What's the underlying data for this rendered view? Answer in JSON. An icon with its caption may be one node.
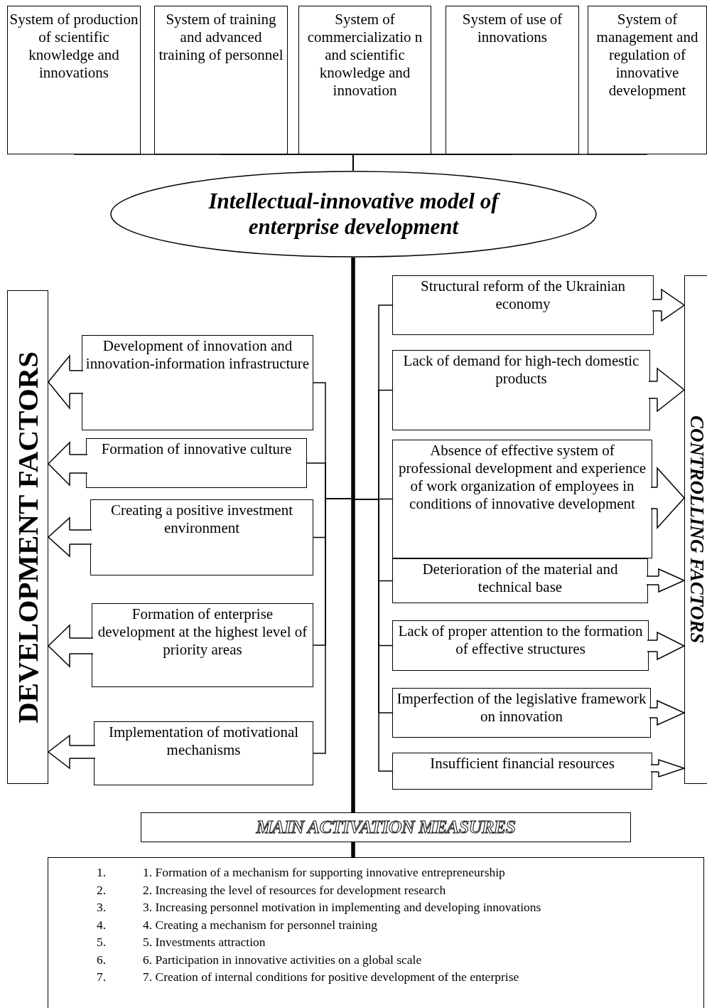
{
  "diagram": {
    "nodes": [
      {
        "text": [
          "System of production of scientific knowledge and innovations"
        ]
      },
      {
        "text": [
          "System of training and advanced training of personnel"
        ]
      },
      {
        "text": [
          "System of commercializatio n and scientific knowledge and innovation"
        ]
      },
      {
        "text": [
          "System of use of innovations"
        ]
      },
      {
        "text": [
          "System of management and regulation of innovative development"
        ]
      },
      {
        "text": [
          "Intellectual-innovative model of enterprise development"
        ]
      },
      {
        "text": [
          "DEVELOPMENT FACTORS"
        ]
      },
      {
        "text": [
          "Development of innovation and innovation-information infrastructure"
        ]
      },
      {
        "text": [
          "Formation of innovative culture"
        ]
      },
      {
        "text": [
          "Creating a positive investment environment"
        ]
      },
      {
        "text": [
          "Formation of enterprise development at the highest level of priority areas"
        ]
      },
      {
        "text": [
          "Implementation of motivational mechanisms"
        ]
      },
      {
        "text": [
          "CONTROLLING FACTORS"
        ]
      },
      {
        "text": [
          "Structural reform of the Ukrainian economy"
        ]
      },
      {
        "text": [
          "Lack of demand for high-tech domestic products"
        ]
      },
      {
        "text": [
          "Absence of effective system of professional development and experience of work organization of employees in conditions of innovative development"
        ]
      },
      {
        "text": [
          "Deterioration of the material and technical base"
        ]
      },
      {
        "text": [
          "Lack of proper attention to the formation of effective structures"
        ]
      },
      {
        "text": [
          "Imperfection of the legislative framework on innovation"
        ]
      },
      {
        "text": [
          "Insufficient financial resources"
        ]
      },
      {
        "text": [
          "MAIN ACTIVATION MEASURES"
        ]
      },
      {
        "text": [
          "1.",
          "1. Formation of a mechanism for supporting innovative entrepreneurship",
          "2.",
          "2. Increasing the level of resources for development research",
          "3.",
          "3. Increasing personnel motivation in implementing and developing innovations",
          "4.",
          "4. Creating a mechanism for personnel training",
          "5.",
          "5. Investments attraction",
          "6.",
          "6. Participation in innovative activities on a global scale",
          "7.",
          "7. Creation of internal conditions for positive development of the enterprise"
        ]
      }
    ],
    "edges": [
      {
        "from": 0,
        "to": 5,
        "arrow": "none"
      },
      {
        "from": 1,
        "to": 5,
        "arrow": "none"
      },
      {
        "from": 2,
        "to": 5,
        "arrow": "none"
      },
      {
        "from": 3,
        "to": 5,
        "arrow": "none"
      },
      {
        "from": 4,
        "to": 5,
        "arrow": "none"
      },
      {
        "from": 5,
        "to": 7,
        "arrow": "none"
      },
      {
        "from": 5,
        "to": 8,
        "arrow": "none"
      },
      {
        "from": 5,
        "to": 9,
        "arrow": "none"
      },
      {
        "from": 5,
        "to": 10,
        "arrow": "none"
      },
      {
        "from": 5,
        "to": 11,
        "arrow": "none"
      },
      {
        "from": 5,
        "to": 13,
        "arrow": "none"
      },
      {
        "from": 5,
        "to": 14,
        "arrow": "none"
      },
      {
        "from": 5,
        "to": 15,
        "arrow": "none"
      },
      {
        "from": 5,
        "to": 16,
        "arrow": "none"
      },
      {
        "from": 5,
        "to": 17,
        "arrow": "none"
      },
      {
        "from": 5,
        "to": 18,
        "arrow": "none"
      },
      {
        "from": 5,
        "to": 19,
        "arrow": "none"
      },
      {
        "from": 7,
        "to": 6,
        "arrow": "to"
      },
      {
        "from": 8,
        "to": 6,
        "arrow": "to"
      },
      {
        "from": 9,
        "to": 6,
        "arrow": "to"
      },
      {
        "from": 10,
        "to": 6,
        "arrow": "to"
      },
      {
        "from": 11,
        "to": 6,
        "arrow": "to"
      },
      {
        "from": 13,
        "to": 12,
        "arrow": "to"
      },
      {
        "from": 14,
        "to": 12,
        "arrow": "to"
      },
      {
        "from": 15,
        "to": 12,
        "arrow": "to"
      },
      {
        "from": 16,
        "to": 12,
        "arrow": "to"
      },
      {
        "from": 17,
        "to": 12,
        "arrow": "to"
      },
      {
        "from": 18,
        "to": 12,
        "arrow": "to"
      },
      {
        "from": 19,
        "to": 12,
        "arrow": "to"
      },
      {
        "from": 5,
        "to": 20,
        "arrow": "none",
        "style": "thick"
      },
      {
        "from": 20,
        "to": 21,
        "arrow": "none",
        "style": "thick"
      }
    ]
  }
}
